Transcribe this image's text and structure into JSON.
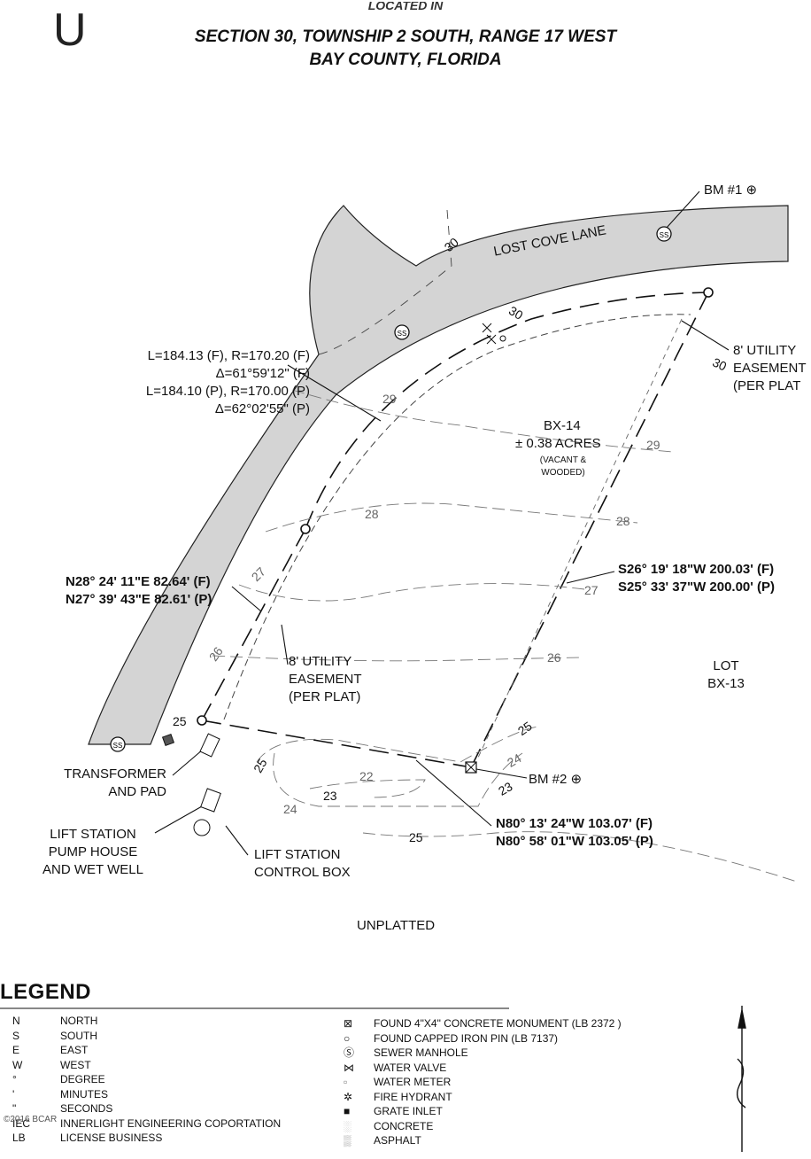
{
  "header": {
    "partial_top": "LOCATED IN",
    "line1": "SECTION 30, TOWNSHIP 2 SOUTH, RANGE 17 WEST",
    "line2": "BAY COUNTY, FLORIDA",
    "corner_letter": "U"
  },
  "labels": {
    "road": "LOST COVE LANE",
    "bm1": "BM #1",
    "bm2": "BM #2",
    "curve": [
      "L=184.13 (F), R=170.20 (F)",
      "Δ=61°59'12\" (F)",
      "L=184.10 (P), R=170.00 (P)",
      "Δ=62°02'55\" (P)"
    ],
    "easement_top": [
      "8' UTILITY",
      "EASEMENT",
      "(PER PLAT"
    ],
    "easement_mid": [
      "8' UTILITY",
      "EASEMENT",
      "(PER PLAT)"
    ],
    "lot_name": "BX-14",
    "lot_area": "± 0.38 ACRES",
    "lot_status": [
      "(VACANT &",
      "WOODED)"
    ],
    "west_bearing": [
      "N28° 24' 11\"E  82.64' (F)",
      "N27° 39' 43\"E  82.61' (P)"
    ],
    "east_bearing": [
      "S26° 19' 18\"W  200.03' (F)",
      "S25° 33' 37\"W  200.00' (P)"
    ],
    "south_bearing": [
      "N80° 13' 24\"W  103.07' (F)",
      "N80° 58' 01\"W  103.05' (P)"
    ],
    "lot_adjacent": [
      "LOT",
      "BX-13"
    ],
    "transformer": [
      "TRANSFORMER",
      "AND PAD"
    ],
    "lift_station": [
      "LIFT STATION",
      "PUMP HOUSE",
      "AND WET WELL"
    ],
    "control_box": [
      "LIFT STATION",
      "CONTROL BOX"
    ],
    "unplatted": "UNPLATTED",
    "contours": [
      "30",
      "30",
      "30",
      "29",
      "29",
      "28",
      "28",
      "27",
      "27",
      "26",
      "26",
      "25",
      "25",
      "25",
      "25",
      "24",
      "24",
      "23",
      "23",
      "22"
    ],
    "copyright": "©2016 BCAR"
  },
  "legend": {
    "title": "LEGEND",
    "left": [
      {
        "code": "N",
        "text": "NORTH"
      },
      {
        "code": "S",
        "text": "SOUTH"
      },
      {
        "code": "E",
        "text": "EAST"
      },
      {
        "code": "W",
        "text": "WEST"
      },
      {
        "code": "°",
        "text": "DEGREE"
      },
      {
        "code": "'",
        "text": "MINUTES"
      },
      {
        "code": "\"",
        "text": "SECONDS"
      },
      {
        "code": "IEC",
        "text": "INNERLIGHT ENGINEERING COPORTATION"
      },
      {
        "code": "LB",
        "text": "LICENSE BUSINESS"
      }
    ],
    "right": [
      {
        "symbol": "monument-icon",
        "text": "FOUND 4\"X4\" CONCRETE MONUMENT (LB 2372 )"
      },
      {
        "symbol": "iron-pin-icon",
        "text": "FOUND CAPPED IRON PIN (LB 7137)"
      },
      {
        "symbol": "sewer-manhole-icon",
        "text": "SEWER MANHOLE"
      },
      {
        "symbol": "water-valve-icon",
        "text": "WATER VALVE"
      },
      {
        "symbol": "water-meter-icon",
        "text": "WATER METER"
      },
      {
        "symbol": "fire-hydrant-icon",
        "text": "FIRE HYDRANT"
      },
      {
        "symbol": "grate-inlet-icon",
        "text": "GRATE INLET"
      },
      {
        "symbol": "concrete-hatch-icon",
        "text": "CONCRETE"
      },
      {
        "symbol": "asphalt-hatch-icon",
        "text": "ASPHALT"
      }
    ]
  },
  "symbols": {
    "sewer": "SS"
  },
  "colors": {
    "road_fill": "#d4d4d4",
    "ink": "#111111",
    "contour": "#777777"
  }
}
